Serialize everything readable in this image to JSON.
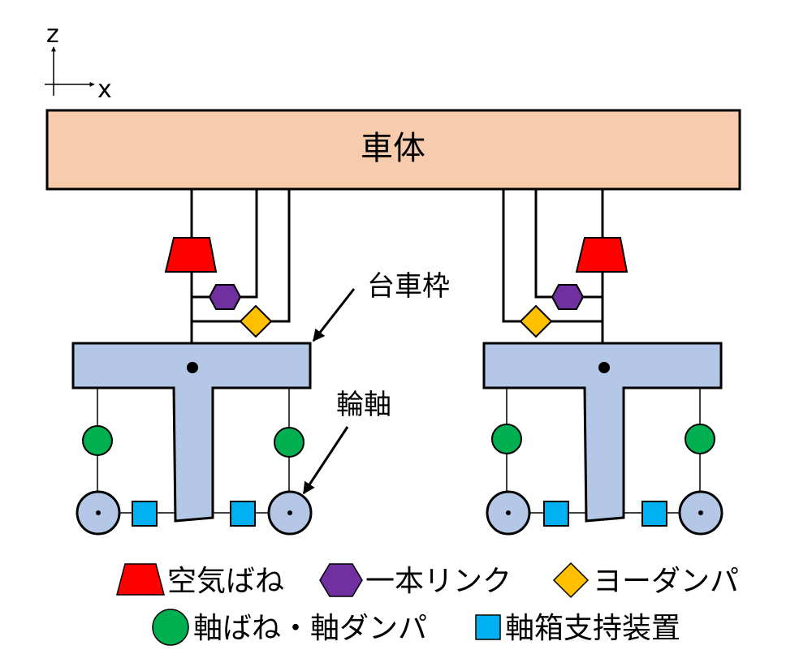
{
  "axes": {
    "z_label": "z",
    "x_label": "x"
  },
  "car_body": {
    "label": "車体"
  },
  "callouts": {
    "bogie_frame": "台車枠",
    "wheelset": "輪軸"
  },
  "legend": [
    {
      "label": "空気ばね",
      "icon": "trapezoid-icon",
      "color": "#ff0000"
    },
    {
      "label": "一本リンク",
      "icon": "hexagon-icon",
      "color": "#7030a0"
    },
    {
      "label": "ヨーダンパ",
      "icon": "diamond-icon",
      "color": "#ffc000"
    },
    {
      "label": "軸ばね・軸ダンパ",
      "icon": "circle-icon",
      "color": "#00b050"
    },
    {
      "label": "軸箱支持装置",
      "icon": "square-icon",
      "color": "#00b0f0"
    }
  ],
  "colors": {
    "car_body": "#f8cbad",
    "bogie": "#b4c7e7",
    "air_spring": "#ff0000",
    "link": "#7030a0",
    "yaw_damper": "#ffc000",
    "axle_spring": "#00b050",
    "axle_box": "#00b0f0"
  }
}
